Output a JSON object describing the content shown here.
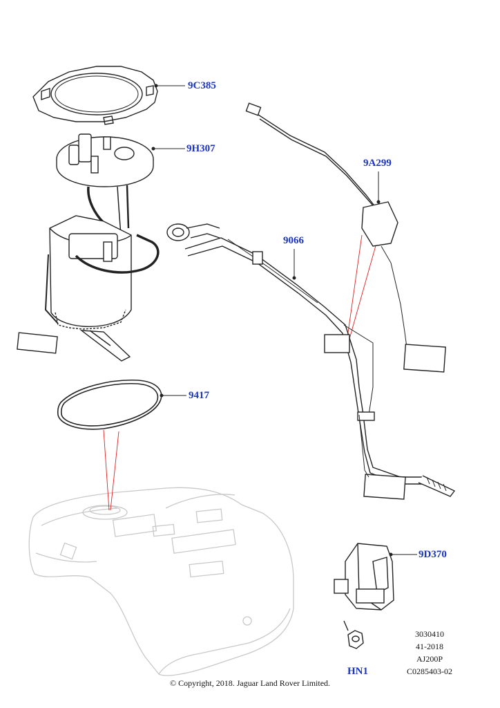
{
  "callouts": [
    {
      "id": "9C385"
    },
    {
      "id": "9H307"
    },
    {
      "id": "9A299"
    },
    {
      "id": "9066"
    },
    {
      "id": "9417"
    },
    {
      "id": "9D370"
    },
    {
      "id": "HN1"
    }
  ],
  "reference": {
    "line1": "3030410",
    "line2": "41-2018",
    "line3": "AJ200P",
    "line4": "C0285403-02"
  },
  "copyright": "© Copyright, 2018. Jaguar Land Rover Limited.",
  "colors": {
    "callout_text": "#1a33c8",
    "leader_line": "#222222",
    "indicator_line": "#e02020",
    "ghost_outline": "#c8c8c8"
  }
}
